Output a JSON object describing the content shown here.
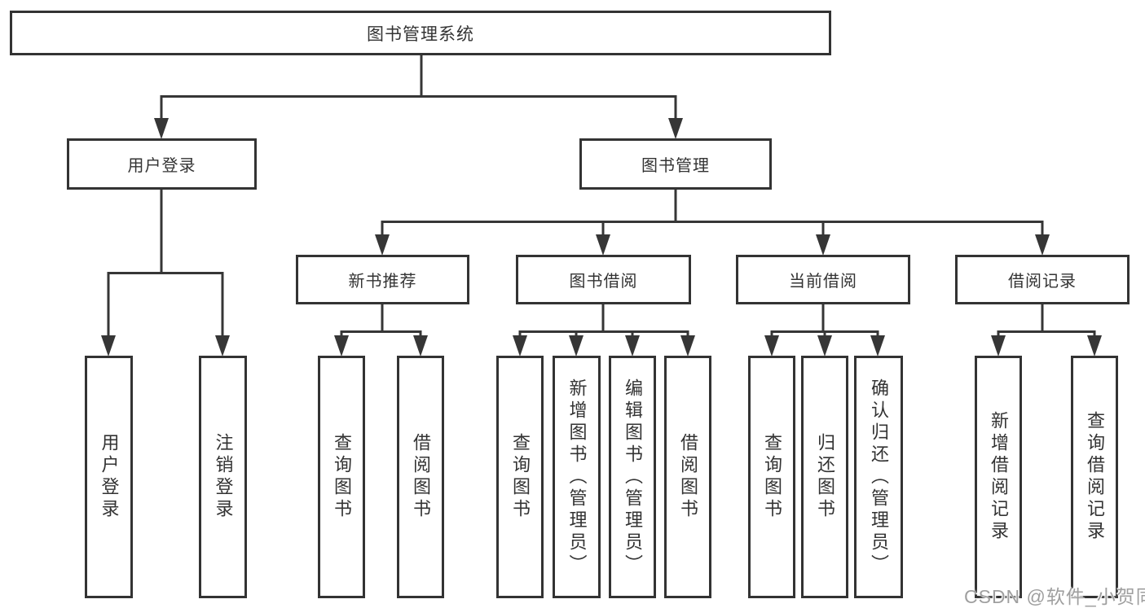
{
  "colors": {
    "line": "#363636",
    "text": "#333333",
    "box_background": "#ffffff",
    "watermark": "#9f9f9f",
    "background": "#ffffff"
  },
  "watermark": {
    "text": "CSDN @软件_小贺同学"
  },
  "tree": {
    "root": {
      "label": "图书管理系统"
    },
    "branches": [
      {
        "label": "用户登录",
        "children": [
          {
            "label": "用户登录"
          },
          {
            "label": "注销登录"
          }
        ]
      },
      {
        "label": "图书管理",
        "children": [
          {
            "label": "新书推荐",
            "children": [
              {
                "label": "查询图书"
              },
              {
                "label": "借阅图书"
              }
            ]
          },
          {
            "label": "图书借阅",
            "children": [
              {
                "label": "查询图书"
              },
              {
                "label": "新增图书（管理员）"
              },
              {
                "label": "编辑图书（管理员）"
              },
              {
                "label": "借阅图书"
              }
            ]
          },
          {
            "label": "当前借阅",
            "children": [
              {
                "label": "查询图书"
              },
              {
                "label": "归还图书"
              },
              {
                "label": "确认归还（管理员）"
              }
            ]
          },
          {
            "label": "借阅记录",
            "children": [
              {
                "label": "新增借阅记录"
              },
              {
                "label": "查询借阅记录"
              }
            ]
          }
        ]
      }
    ]
  }
}
